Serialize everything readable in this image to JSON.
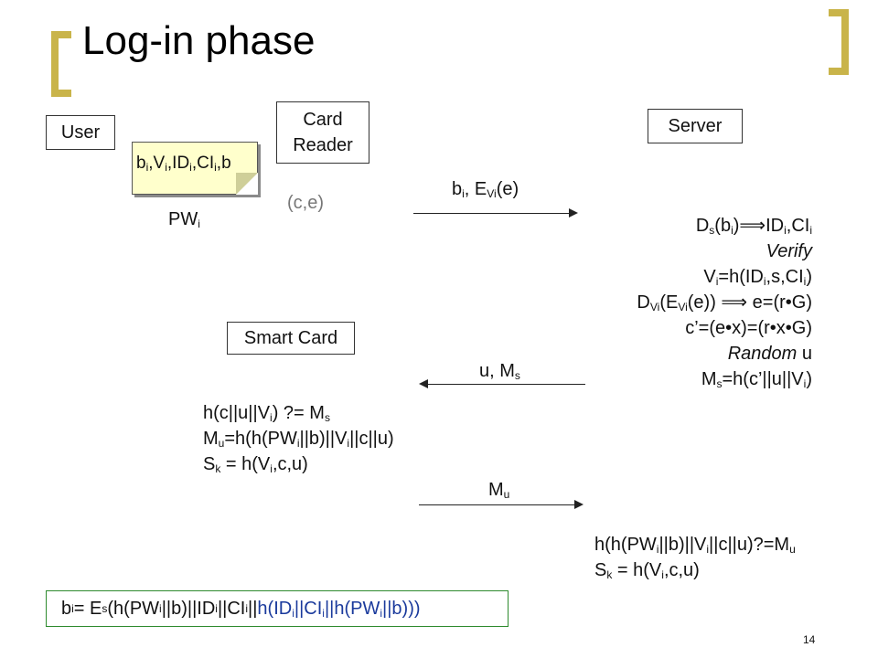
{
  "slide": {
    "title": "Log-in phase",
    "page_number": "14",
    "accent_color": "#c9b44a"
  },
  "entities": {
    "user": "User",
    "card_reader_line1": "Card",
    "card_reader_line2": "Reader",
    "server": "Server",
    "smart_card": "Smart Card"
  },
  "note": {
    "b": "b",
    "i": "i",
    "comma": ",",
    "V": "V",
    "ID": "ID",
    "CI": "CI",
    "trail": ",b"
  },
  "labels": {
    "pw": "PW",
    "i": "i",
    "ce": "(c,e)",
    "msg1_b": "b",
    "msg1_mid": ", E",
    "msg1_sub": "Vi",
    "msg1_end": "(e)",
    "msg2_main": "u, M",
    "msg2_sub": "s",
    "msg3_main": "M",
    "msg3_sub": "u"
  },
  "server_steps": {
    "s1_a": "D",
    "s1_sub": "s",
    "s1_b": "(b",
    "s1_c": ")⟹ID",
    "s1_d": ",CI",
    "verify": "Verify",
    "s3_a": "V",
    "s3_b": "=h(ID",
    "s3_c": ",s,CI",
    "s3_d": ")",
    "s4_a": "D",
    "s4_sub": "Vi",
    "s4_b": "(E",
    "s4_c": "(e))  ⟹  e=(r•G)",
    "s5": "c’=(e•x)=(r•x•G)",
    "random": "Random",
    "random_u": " u",
    "s7_a": "M",
    "s7_sub": "s",
    "s7_b": "=h(c’||u||V",
    "s7_c": ")"
  },
  "card_steps": {
    "c1_a": "h(c||u||V",
    "c1_b": ") ?= M",
    "c1_sub": "s",
    "c2_a": "M",
    "c2_sub": "u",
    "c2_b": "=h(h(PW",
    "c2_c": "||b)||V",
    "c2_d": "||c||u)",
    "c3_a": "S",
    "c3_sub": "k",
    "c3_b": " = h(V",
    "c3_c": ",c,u)"
  },
  "server_final": {
    "f1_a": "h(h(PW",
    "f1_b": "||b)||V",
    "f1_c": "||c||u)?=M",
    "f1_sub": "u",
    "f2_a": "S",
    "f2_sub": "k",
    "f2_b": " = h(V",
    "f2_c": ",c,u)"
  },
  "formula": {
    "a": "b",
    "i": "i",
    "b": " = E",
    "s": "s",
    "c": "(h(PW",
    "d": "||b)||ID",
    "e": "||CI",
    "f": "||",
    "g": "h(ID",
    "h": "||CI",
    "j": "||h(PW",
    "k": "||b)))"
  }
}
